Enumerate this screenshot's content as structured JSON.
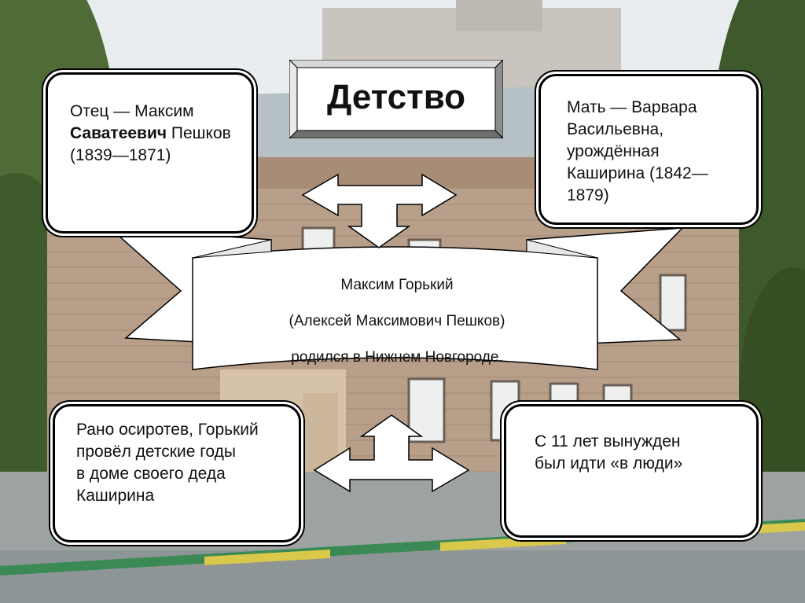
{
  "title": "Детство",
  "father": {
    "part1": "Отец  — Максим",
    "part2_bold": "Саватеевич",
    "part3": " Пешков",
    "part4": "(1839—1871)"
  },
  "mother": {
    "line1": "Мать — Варвара",
    "line2": "Васильевна,",
    "line3": "урождённая",
    "line4": "Каширина (1842—",
    "line5": "1879)"
  },
  "center": {
    "line1": "Максим Горький",
    "line2": "(Алексей Максимович Пешков)",
    "line3": "родился в Нижнем Новгороде."
  },
  "childhood": {
    "line1": "Рано осиротев, Горький",
    "line2": "провёл детские годы",
    "line3": "в доме своего деда",
    "line4": "Каширина"
  },
  "work": {
    "line1": "С 11 лет вынужден",
    "line2": "был идти «в люди»"
  }
}
